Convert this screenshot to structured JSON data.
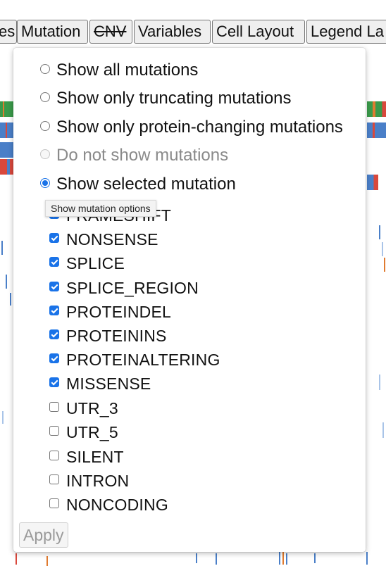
{
  "toolbar": {
    "tabs": [
      {
        "label": "es"
      },
      {
        "label": "Mutation"
      },
      {
        "label": "CNV"
      },
      {
        "label": "Variables"
      },
      {
        "label": "Cell Layout"
      },
      {
        "label": "Legend La"
      }
    ]
  },
  "mutation_menu": {
    "display_options": [
      {
        "label": "Show all mutations",
        "selected": false,
        "disabled": false
      },
      {
        "label": "Show only truncating mutations",
        "selected": false,
        "disabled": false
      },
      {
        "label": "Show only protein-changing mutations",
        "selected": false,
        "disabled": false
      },
      {
        "label": "Do not show mutations",
        "selected": false,
        "disabled": true
      },
      {
        "label": "Show selected mutation",
        "selected": true,
        "disabled": false
      }
    ],
    "tooltip": "Show mutation options",
    "mutation_types": [
      {
        "label": "FRAMESHIFT",
        "checked": true
      },
      {
        "label": "NONSENSE",
        "checked": true
      },
      {
        "label": "SPLICE",
        "checked": true
      },
      {
        "label": "SPLICE_REGION",
        "checked": true
      },
      {
        "label": "PROTEINDEL",
        "checked": true
      },
      {
        "label": "PROTEININS",
        "checked": true
      },
      {
        "label": "PROTEINALTERING",
        "checked": true
      },
      {
        "label": "MISSENSE",
        "checked": true
      },
      {
        "label": "UTR_3",
        "checked": false
      },
      {
        "label": "UTR_5",
        "checked": false
      },
      {
        "label": "SILENT",
        "checked": false
      },
      {
        "label": "INTRON",
        "checked": false
      },
      {
        "label": "NONCODING",
        "checked": false
      }
    ],
    "apply_label": "Apply"
  },
  "colors": {
    "accent": "#1a73e8",
    "band_green": "#3a9a4a",
    "band_blue": "#4a7fc8",
    "band_red": "#d9483c",
    "band_orange": "#e07b30"
  }
}
